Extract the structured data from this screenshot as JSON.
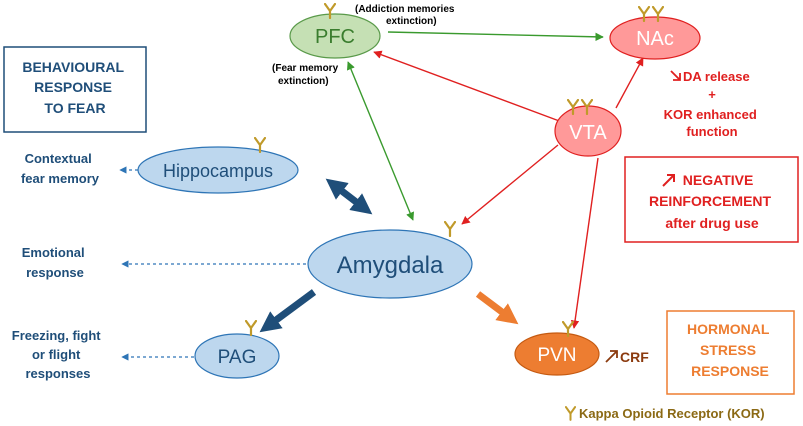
{
  "nodes": {
    "pfc": "PFC",
    "nac": "NAc",
    "vta": "VTA",
    "hippocampus": "Hippocampus",
    "amygdala": "Amygdala",
    "pag": "PAG",
    "pvn": "PVN"
  },
  "boxes": {
    "behavioural": [
      "BEHAVIOURAL",
      "RESPONSE",
      "TO FEAR"
    ],
    "negative": [
      "NEGATIVE",
      "REINFORCEMENT",
      "after drug use"
    ],
    "hormonal": [
      "HORMONAL",
      "STRESS",
      "RESPONSE"
    ]
  },
  "annotations": {
    "addiction_extinction": [
      "(Addiction memories",
      "extinction)"
    ],
    "fear_extinction": [
      "(Fear memory",
      "extinction)"
    ],
    "da_release": "DA release",
    "plus": "+",
    "kor_enhanced": [
      "KOR enhanced",
      "function"
    ],
    "crf": "CRF"
  },
  "responses": {
    "contextual": [
      "Contextual",
      "fear memory"
    ],
    "emotional": [
      "Emotional",
      "response"
    ],
    "freezing": [
      "Freezing, fight",
      "or flight",
      "responses"
    ]
  },
  "legend": {
    "kor": "Kappa Opioid Receptor (KOR)"
  },
  "colors": {
    "blue_fill": "#bdd7ee",
    "blue_dark": "#1f4e79",
    "blue_text": "#1f4e79",
    "green_fill": "#c5e0b4",
    "green_line": "#3a9a2e",
    "red_fill": "#ff9999",
    "red_line": "#e02020",
    "orange": "#ed7d31",
    "receptor": "#c09a2a"
  }
}
